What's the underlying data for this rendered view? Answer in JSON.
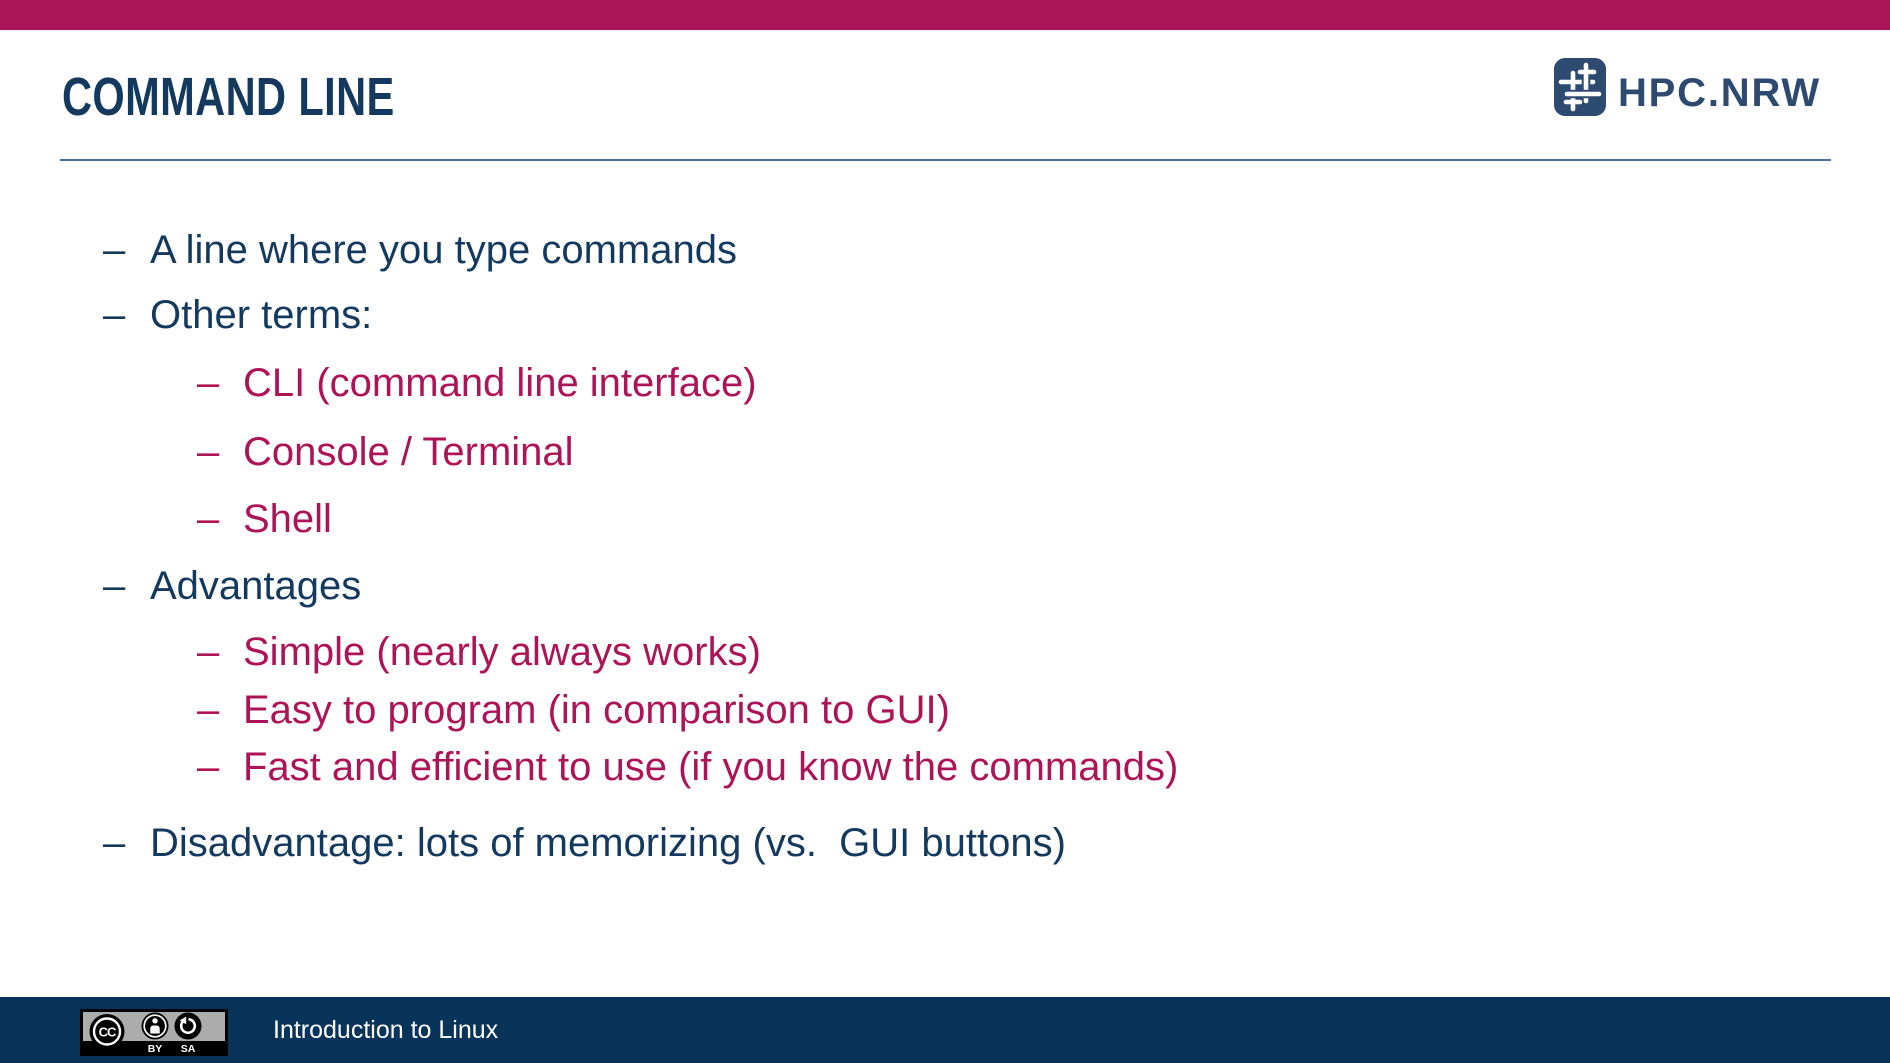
{
  "slide": {
    "title": "COMMAND LINE",
    "marker": "–",
    "logo": {
      "text": "HPC.NRW",
      "icon": "hash-weave-icon"
    },
    "bullets": [
      {
        "level": 1,
        "color": "navy",
        "text": "A line where you type commands"
      },
      {
        "level": 1,
        "color": "navy",
        "text": "Other terms:"
      },
      {
        "level": 2,
        "color": "crimson",
        "text": "CLI (command line interface)"
      },
      {
        "level": 2,
        "color": "crimson",
        "text": "Console / Terminal"
      },
      {
        "level": 2,
        "color": "crimson",
        "text": "Shell"
      },
      {
        "level": 1,
        "color": "navy",
        "text": "Advantages"
      },
      {
        "level": 2,
        "color": "crimson",
        "text": "Simple (nearly always works)"
      },
      {
        "level": 2,
        "color": "crimson",
        "text": "Easy to program (in comparison to GUI)"
      },
      {
        "level": 2,
        "color": "crimson",
        "text": "Fast and efficient to use (if you know the commands)"
      },
      {
        "level": 1,
        "color": "navy",
        "text": "Disadvantage: lots of memorizing (vs.  GUI buttons)"
      }
    ],
    "footer": {
      "course_title": "Introduction to Linux",
      "license": {
        "name": "CC BY-SA",
        "cc": "CC",
        "labels": [
          "BY",
          "SA"
        ],
        "icons": [
          "cc-circle-icon",
          "by-person-icon",
          "sa-arrow-icon"
        ]
      }
    },
    "colors": {
      "crimson": "#AB1457",
      "navy_text": "#14395F",
      "logo_navy": "#2D4A70",
      "footer_bg": "#08345A",
      "divider": "#49719C",
      "badge_gray": "#ACACAC"
    }
  }
}
